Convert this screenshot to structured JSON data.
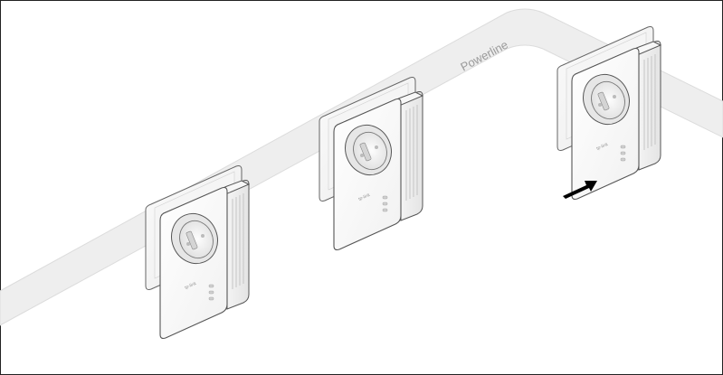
{
  "powerline_label": "Powerline",
  "brand_text": "tp-link",
  "colors": {
    "frame": "#222222",
    "band": "#eeeeee",
    "band_edge": "#dcdcdc",
    "device_outline": "#555555",
    "arrow": "#000000"
  },
  "devices": [
    {
      "name": "adapter-left",
      "role": "powerline-adapter"
    },
    {
      "name": "adapter-middle",
      "role": "powerline-adapter"
    },
    {
      "name": "adapter-right",
      "role": "powerline-adapter",
      "indicated": true
    }
  ],
  "arrow_icon": "arrow-right-icon"
}
